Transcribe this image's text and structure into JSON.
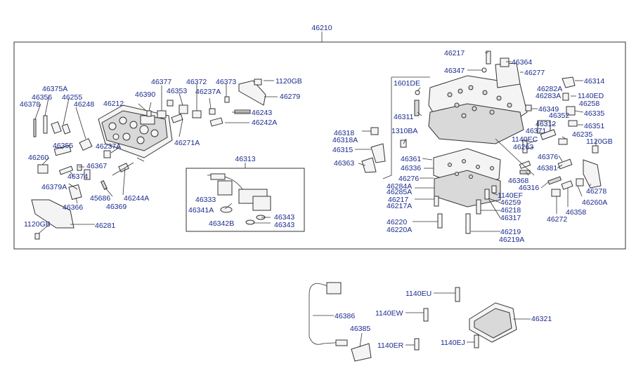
{
  "labels": {
    "l0": "46210",
    "l1": "46375A",
    "l2": "46356",
    "l3": "46255",
    "l4": "46378",
    "l5": "46248",
    "l6": "46390",
    "l7": "46377",
    "l8": "46372",
    "l9": "46373",
    "l10": "1120GB",
    "l11": "46353",
    "l12": "46237A",
    "l13": "46279",
    "l14": "46212",
    "l15": "46243",
    "l16": "46242A",
    "l17": "46271A",
    "l18": "46355",
    "l19": "46237A",
    "l20": "46260",
    "l21": "46367",
    "l22": "46374",
    "l23": "46379A",
    "l24": "45686",
    "l25": "46244A",
    "l26": "46366",
    "l27": "46369",
    "l28": "1120GB",
    "l29": "46281",
    "l30": "46313",
    "l31": "46333",
    "l32": "46341A",
    "l33": "46343",
    "l34": "46342B",
    "l35": "46343",
    "l36": "46217",
    "l37": "46364",
    "l38": "46347",
    "l39": "46277",
    "l40": "46314",
    "l41": "1601DE",
    "l42": "46282A",
    "l43": "46283A",
    "l44": "1140ED",
    "l45": "46258",
    "l46": "46311",
    "l47": "46349",
    "l48": "46352",
    "l49": "46335",
    "l50": "46312",
    "l51": "46351",
    "l52": "46371",
    "l53": "46235",
    "l54": "1310BA",
    "l55": "46318",
    "l56": "46318A",
    "l57": "1140EC",
    "l58": "1120GB",
    "l59": "46263",
    "l60": "46315",
    "l61": "46361",
    "l62": "46376",
    "l63": "46363",
    "l64": "46336",
    "l65": "46381",
    "l66": "46276",
    "l67": "46368",
    "l68": "46284A",
    "l69": "46285A",
    "l70": "46316",
    "l71": "1140EF",
    "l72": "46278",
    "l73": "46217",
    "l74": "46259",
    "l75": "46260A",
    "l76": "46217A",
    "l77": "46218",
    "l78": "46358",
    "l79": "46317",
    "l80": "46272",
    "l81": "46220",
    "l82": "46220A",
    "l83": "46219",
    "l84": "46219A",
    "l85": "1140EU",
    "l86": "46386",
    "l87": "1140EW",
    "l88": "46321",
    "l89": "46385",
    "l90": "1140ER",
    "l91": "1140EJ"
  }
}
